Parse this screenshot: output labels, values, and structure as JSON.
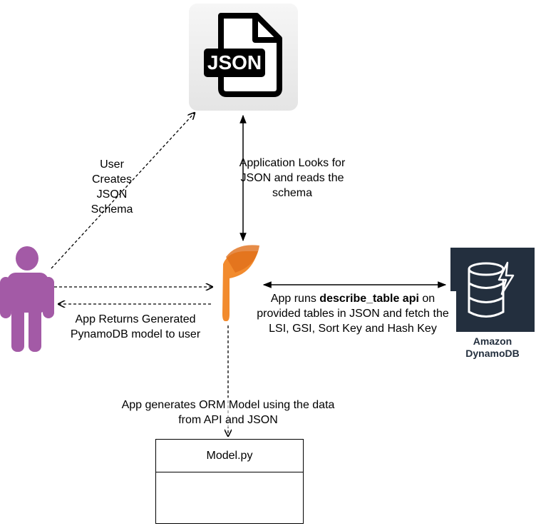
{
  "nodes": {
    "json_file_icon_text": "JSON",
    "dynamodb_label": "Amazon DynamoDB",
    "model_box_title": "Model.py"
  },
  "edges": {
    "user_to_json": "User Creates JSON Schema",
    "app_json": "Application Looks for JSON  and reads the schema",
    "app_to_user": "App Returns Generated PynamoDB model to user",
    "app_dynamodb": {
      "prefix": "App runs ",
      "bold": "describe_table api",
      "suffix": " on provided tables in JSON and fetch the LSI, GSI, Sort Key and Hash Key"
    },
    "app_to_model": "App generates ORM Model using the data from API and JSON"
  },
  "colors": {
    "user_figure": "#a35aa6",
    "app_logo": "#f28b2e",
    "dynamodb_bg": "#232f3e",
    "json_tile_bg": "#eeeeee",
    "edge": "#000000"
  },
  "icons": {
    "user": "person-icon",
    "json": "json-file-icon",
    "app": "pynamodb-logo",
    "dynamodb": "dynamodb-icon"
  }
}
